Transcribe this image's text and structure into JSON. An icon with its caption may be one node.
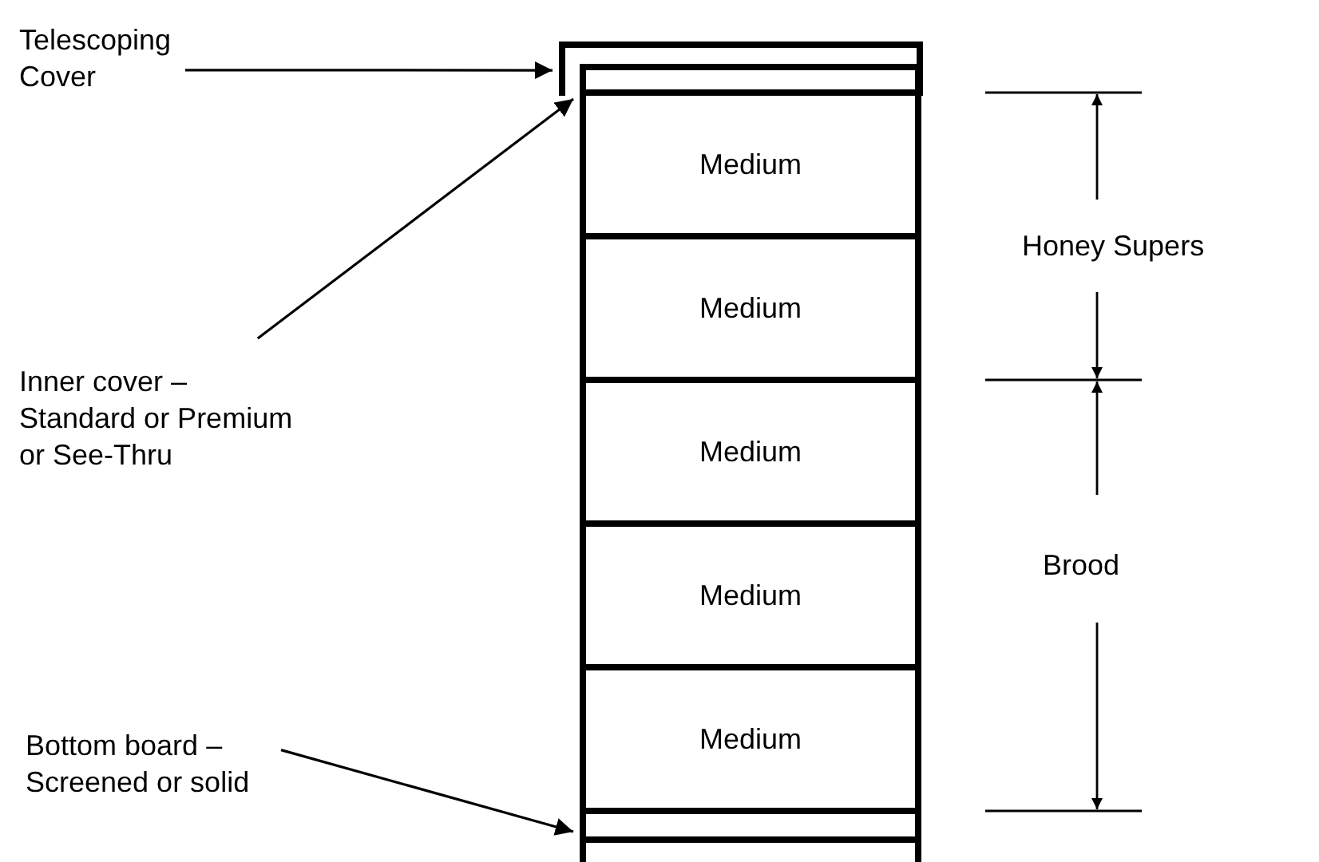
{
  "diagram": {
    "nodes": [
      {
        "text": [
          "Telescoping Cover"
        ]
      },
      {
        "text": [],
        "shape": "box"
      },
      {
        "text": [],
        "shape": "bar",
        "in": 1
      },
      {
        "text": [
          "Medium"
        ]
      },
      {
        "text": [
          "Medium"
        ]
      },
      {
        "text": [
          "Medium"
        ]
      },
      {
        "text": [
          "Medium"
        ]
      },
      {
        "text": [
          "Medium"
        ]
      },
      {
        "text": [],
        "shape": "bar"
      },
      {
        "text": [
          "Inner cover – Standard or Premium or See-Thru"
        ]
      },
      {
        "text": [
          "Bottom board – Screened or solid"
        ]
      }
    ],
    "edges": [
      {
        "from": 0,
        "to": 1,
        "arrow": "to"
      },
      {
        "from": 9,
        "to": 2,
        "arrow": "to"
      },
      {
        "from": 10,
        "to": 8,
        "arrow": "to"
      }
    ],
    "labels": [
      "Honey Supers",
      "Brood"
    ]
  }
}
